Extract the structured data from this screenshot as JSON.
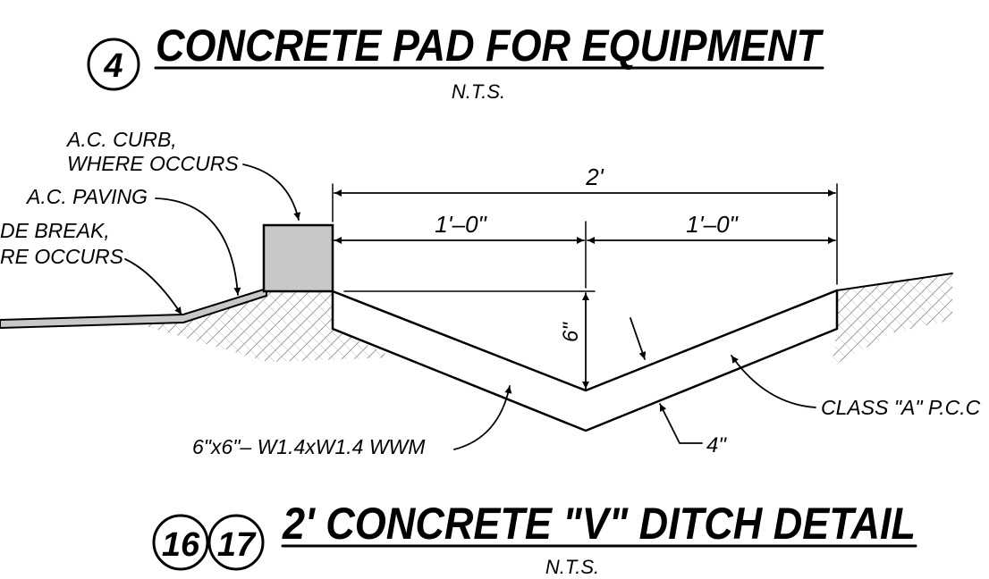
{
  "upper_detail": {
    "number": "4",
    "title": "CONCRETE PAD FOR EQUIPMENT",
    "scale": "N.T.S."
  },
  "lower_detail": {
    "numbers": [
      "16",
      "17"
    ],
    "title": "2' CONCRETE \"V\" DITCH DETAIL",
    "scale": "N.T.S."
  },
  "callouts": {
    "ac_curb_line1": "A.C. CURB,",
    "ac_curb_line2": "WHERE OCCURS",
    "ac_paving": "A.C. PAVING",
    "grade_break_line1": "DE BREAK,",
    "grade_break_line2": "RE OCCURS",
    "concrete_class": "CLASS \"A\" P.C.C",
    "wire_mesh": "6\"x6\"–  W1.4xW1.4 WWM",
    "thickness": "4\""
  },
  "dimensions": {
    "overall_width": "2'",
    "left_half": "1'–0\"",
    "right_half": "1'–0\"",
    "depth": "6\""
  },
  "colors": {
    "ink": "#000000",
    "curb_fill": "#c8c8c8",
    "hatch": "#8a8a8a"
  }
}
